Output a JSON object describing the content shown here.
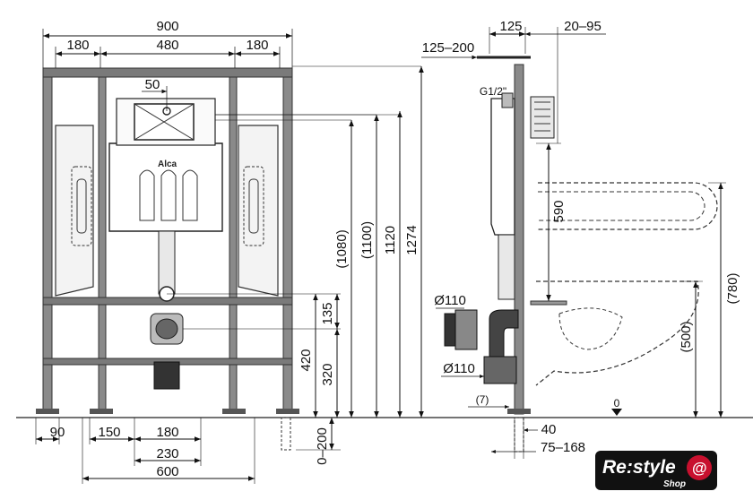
{
  "front_view": {
    "top_dims": {
      "total": "900",
      "left": "180",
      "middle": "480",
      "right": "180"
    },
    "inner_dim": "50",
    "brand": "Alca",
    "height_dims": {
      "h1": "(1080)",
      "h2": "(1100)",
      "h3": "1120",
      "h4": "1274"
    },
    "side_dims": {
      "d135": "135",
      "d320": "320",
      "d420": "420"
    },
    "bottom_dims": {
      "d90": "90",
      "d150": "150",
      "d180": "180",
      "d230": "230",
      "d600": "600",
      "adj": "0–200"
    }
  },
  "side_view": {
    "top_dims": {
      "d125": "125",
      "d20_95": "20–95",
      "d125_200": "125–200"
    },
    "connection": "G1/2\"",
    "dims": {
      "d590": "590",
      "d780": "(780)",
      "d500": "(500)",
      "diam1": "Ø110",
      "diam2": "Ø110",
      "d7": "(7)",
      "zero": "0",
      "d40": "40",
      "d75_168": "75–168"
    }
  },
  "logo": {
    "text": "Re:style",
    "sub": "Shop",
    "badge": "@"
  },
  "colors": {
    "frame": "#4a4a4a",
    "frame_light": "#9a9a9a",
    "logo_bg": "#111111",
    "logo_badge": "#c8102e"
  }
}
